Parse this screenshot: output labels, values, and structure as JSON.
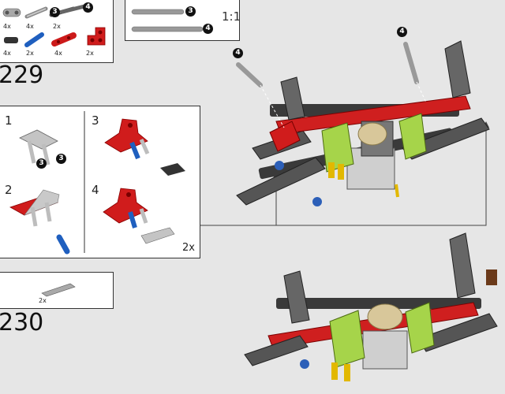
{
  "parts_list_229": {
    "items": [
      {
        "qty": "4x",
        "part": "gray-connector-part"
      },
      {
        "qty": "4x",
        "part": "gray-axle-part"
      },
      {
        "qty": "2x",
        "part": "dark-gray-axle-part",
        "badge": "3"
      },
      {
        "qty": "",
        "part": "dark-gray-axle-long-part",
        "badge": "4"
      },
      {
        "qty": "4x",
        "part": "dark-pin-part"
      },
      {
        "qty": "2x",
        "part": "blue-axle-pin-part"
      },
      {
        "qty": "4x",
        "part": "red-pin-connector-part"
      },
      {
        "qty": "2x",
        "part": "red-bracket-part"
      }
    ]
  },
  "scale_box": {
    "axle_3_badge": "3",
    "axle_4_badge": "4",
    "ratio": "1:1"
  },
  "step_229": {
    "number": "229"
  },
  "submodel": {
    "steps": [
      {
        "num": "1",
        "badges": [
          "3",
          "3"
        ]
      },
      {
        "num": "2"
      },
      {
        "num": "3"
      },
      {
        "num": "4",
        "multiplier": "2x"
      }
    ]
  },
  "main_callouts": {
    "left_badge": "4",
    "right_badge": "4"
  },
  "parts_list_230": {
    "items": [
      {
        "qty": "2x",
        "part": "gray-beam-part"
      }
    ]
  },
  "step_230": {
    "number": "230"
  }
}
